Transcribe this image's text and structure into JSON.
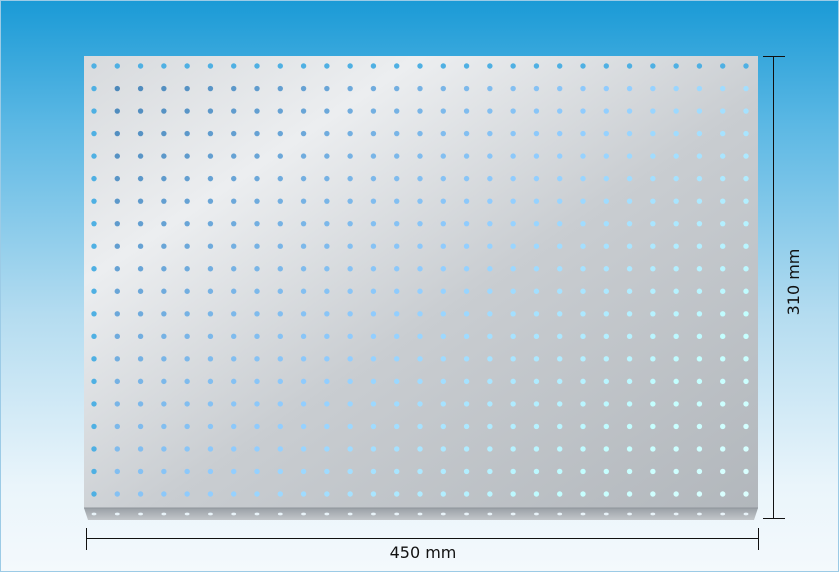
{
  "figure": {
    "width_label": "450 mm",
    "height_label": "310 mm"
  },
  "panel": {
    "hole_columns": 29,
    "hole_rows": 20,
    "colors": {
      "metal_light": "#e6e8ea",
      "metal_mid": "#c9cdd1",
      "metal_dark": "#aeb3b8",
      "hole": "#4fb0e3",
      "background_top": "#1a9ad6",
      "background_bottom": "#f4f9fc",
      "dimension_line": "#111111"
    }
  }
}
